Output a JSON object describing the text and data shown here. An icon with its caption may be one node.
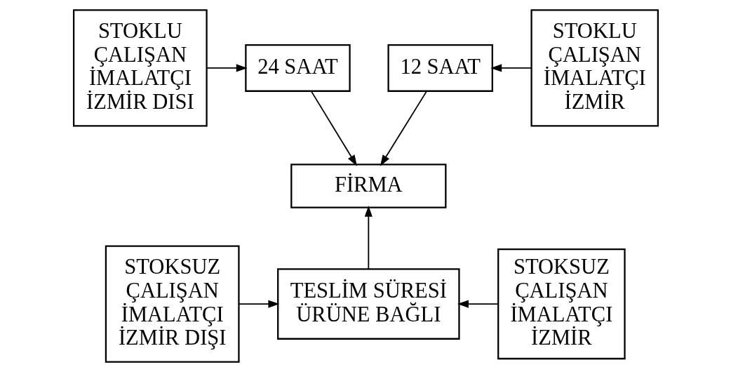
{
  "diagram": {
    "nodes": [
      {
        "text": [
          "STOKLU ÇALIŞAN İMALATÇI İZMİR DISI"
        ]
      },
      {
        "text": [
          "24 SAAT"
        ]
      },
      {
        "text": [
          "12 SAAT"
        ]
      },
      {
        "text": [
          "STOKLU ÇALIŞAN İMALATÇI İZMİR"
        ]
      },
      {
        "text": [
          "FİRMA"
        ]
      },
      {
        "text": [
          "STOKSUZ ÇALIŞAN İMALATÇI İZMİR DIŞI"
        ]
      },
      {
        "text": [
          "TESLİM SÜRESİ ÜRÜNE BAĞLI"
        ]
      },
      {
        "text": [
          "STOKSUZ ÇALIŞAN İMALATÇI İZMİR"
        ]
      }
    ],
    "edges": [
      {
        "from": 0,
        "to": 1,
        "arrow": "to"
      },
      {
        "from": 3,
        "to": 2,
        "arrow": "to"
      },
      {
        "from": 1,
        "to": 4,
        "arrow": "to"
      },
      {
        "from": 2,
        "to": 4,
        "arrow": "to"
      },
      {
        "from": 6,
        "to": 4,
        "arrow": "to"
      },
      {
        "from": 5,
        "to": 6,
        "arrow": "to"
      },
      {
        "from": 7,
        "to": 6,
        "arrow": "to"
      }
    ]
  }
}
